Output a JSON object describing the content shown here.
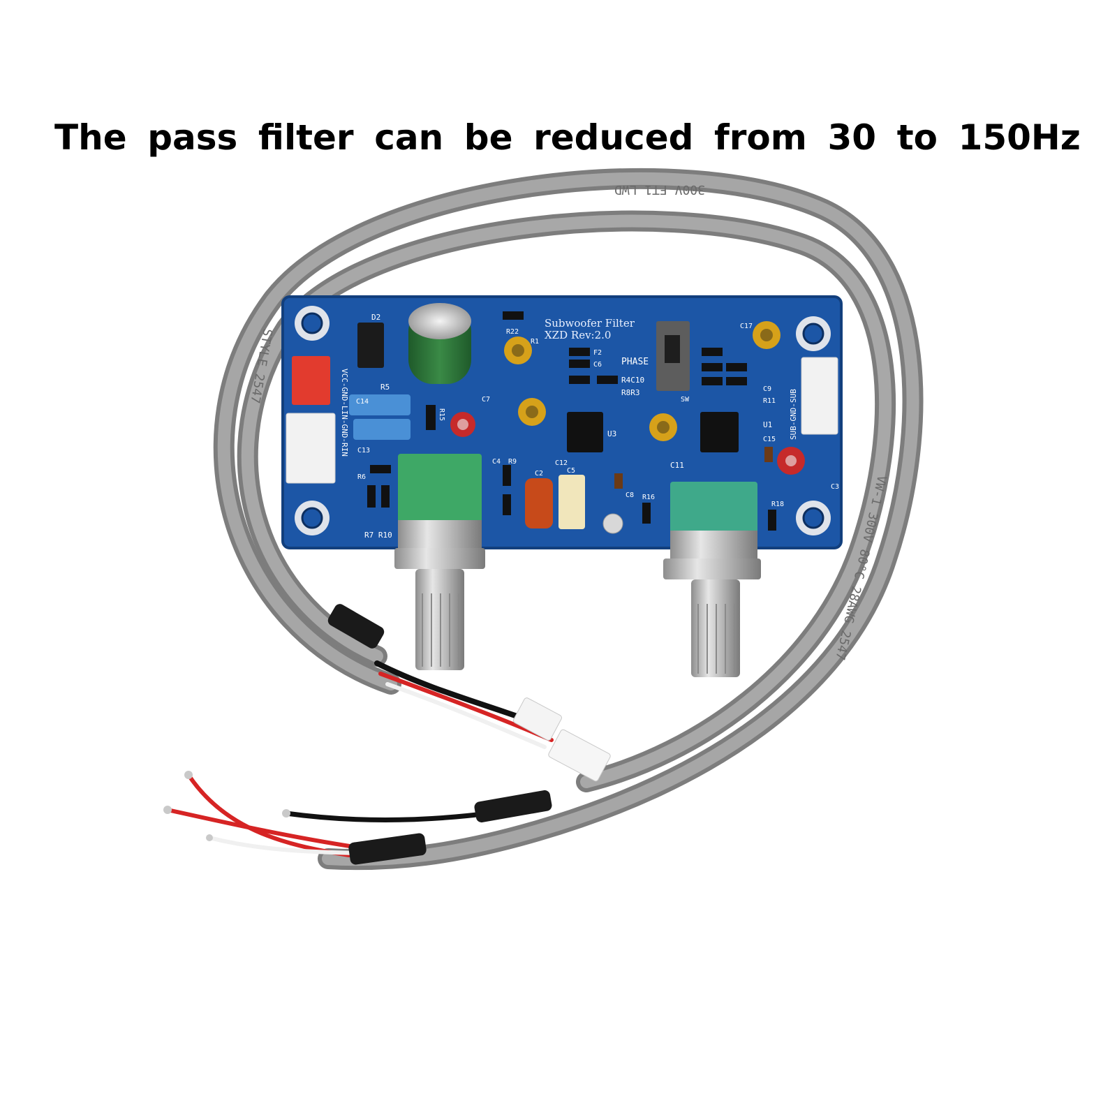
{
  "headline": {
    "words": [
      "The",
      "pass",
      "filter",
      "can",
      "be",
      "reduced",
      "from",
      "30",
      "to",
      "150Hz"
    ]
  },
  "board": {
    "title_line1": "Subwoofer Filter",
    "title_line2": "XZD Rev:2.0",
    "phase_label": "PHASE",
    "left_header_label": "VCC-GND-LIN-GND-RIN",
    "right_header_label": "SUB-GND-SUB",
    "refs": {
      "d2": "D2",
      "r5": "R5",
      "c14": "C14",
      "r15": "R15",
      "c13": "C13",
      "r6": "R6",
      "r7r10": "R7 R10",
      "c7": "C7",
      "c4": "C4",
      "r9": "R9",
      "c2": "C2",
      "c5": "C5",
      "c12": "C12",
      "u3": "U3",
      "r1": "R1",
      "r22": "R22",
      "f2": "F2",
      "c6": "C6",
      "r4c10": "R4C10",
      "r8r3": "R8R3",
      "sw": "SW",
      "c11": "C11",
      "c8": "C8",
      "r16": "R16",
      "r18": "R18",
      "u1": "U1",
      "c15": "C15",
      "c3": "C3",
      "c17": "C17",
      "c9": "C9",
      "r11": "R11"
    }
  },
  "cable": {
    "print_top": "300V  FT1  LWD",
    "print_left": "STYLE 2547",
    "print_right": "VW-1  300V  80°C  28AWG  2547"
  },
  "colors": {
    "pcb": "#1c56a6",
    "cable": "#8a8a8a",
    "pot_body": "#3ea866"
  }
}
